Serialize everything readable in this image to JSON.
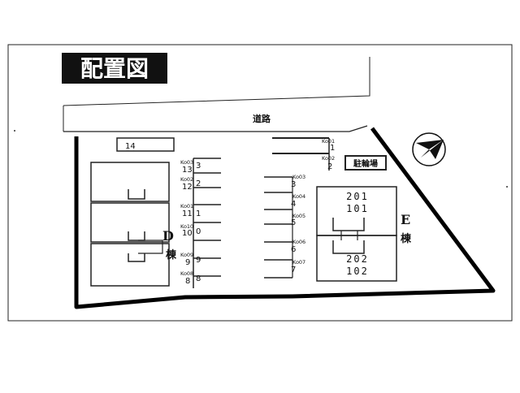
{
  "title": "配置図",
  "road_label": "道路",
  "parking_label": "駐輪場",
  "compass": {
    "icon": "north-arrow-icon"
  },
  "building_d": {
    "letter": "D",
    "kanji": "棟"
  },
  "building_e": {
    "letter": "E",
    "kanji": "棟",
    "rooms_upper": [
      "201",
      "101"
    ],
    "rooms_lower": [
      "202",
      "102"
    ]
  },
  "top_slot": {
    "number": "14"
  },
  "left_slots": [
    {
      "code": "Ko03",
      "number": "13",
      "mark": "3"
    },
    {
      "code": "Ko02",
      "number": "12",
      "mark": "2"
    },
    {
      "code": "Ko01",
      "number": "11",
      "mark": "1"
    },
    {
      "code": "Ko10",
      "number": "10",
      "mark": "0"
    },
    {
      "code": "Ko09",
      "number": "9",
      "mark": "9"
    },
    {
      "code": "Ko08",
      "number": "8",
      "mark": "8"
    }
  ],
  "right_slots": [
    {
      "code": "Ko03",
      "number": "3"
    },
    {
      "code": "Ko04",
      "number": "4"
    },
    {
      "code": "Ko05",
      "number": "5"
    },
    {
      "code": "Ko06",
      "number": "6"
    },
    {
      "code": "Ko07",
      "number": "7"
    }
  ],
  "corner_slots": [
    {
      "code": "Ko01",
      "number": "1"
    },
    {
      "code": "Ko02",
      "number": "2"
    }
  ]
}
